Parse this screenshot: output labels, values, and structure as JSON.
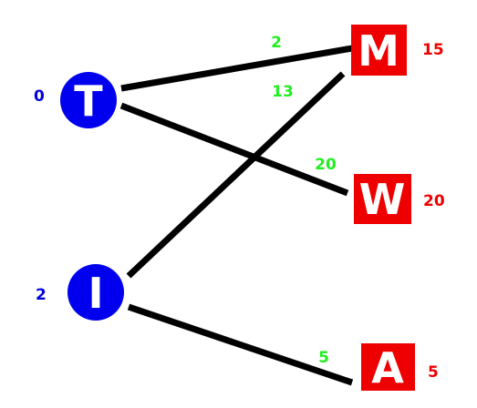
{
  "colors": {
    "source_node": "#0000ee",
    "target_node": "#ee0000",
    "source_value": "#0000dd",
    "target_value": "#ee0000",
    "edge_weight": "#22ee22",
    "edge_line": "#000000"
  },
  "diagram": {
    "source_nodes": [
      {
        "id": "T",
        "letter": "T",
        "value": "0"
      },
      {
        "id": "I",
        "letter": "I",
        "value": "2"
      }
    ],
    "target_nodes": [
      {
        "id": "M",
        "letter": "M",
        "value": "15"
      },
      {
        "id": "W",
        "letter": "W",
        "value": "20"
      },
      {
        "id": "A",
        "letter": "A",
        "value": "5"
      }
    ],
    "edges": [
      {
        "from": "T",
        "to": "M",
        "weight": "2"
      },
      {
        "from": "T",
        "to": "W",
        "weight": "20"
      },
      {
        "from": "I",
        "to": "M",
        "weight": "13"
      },
      {
        "from": "I",
        "to": "A",
        "weight": "5"
      }
    ]
  }
}
